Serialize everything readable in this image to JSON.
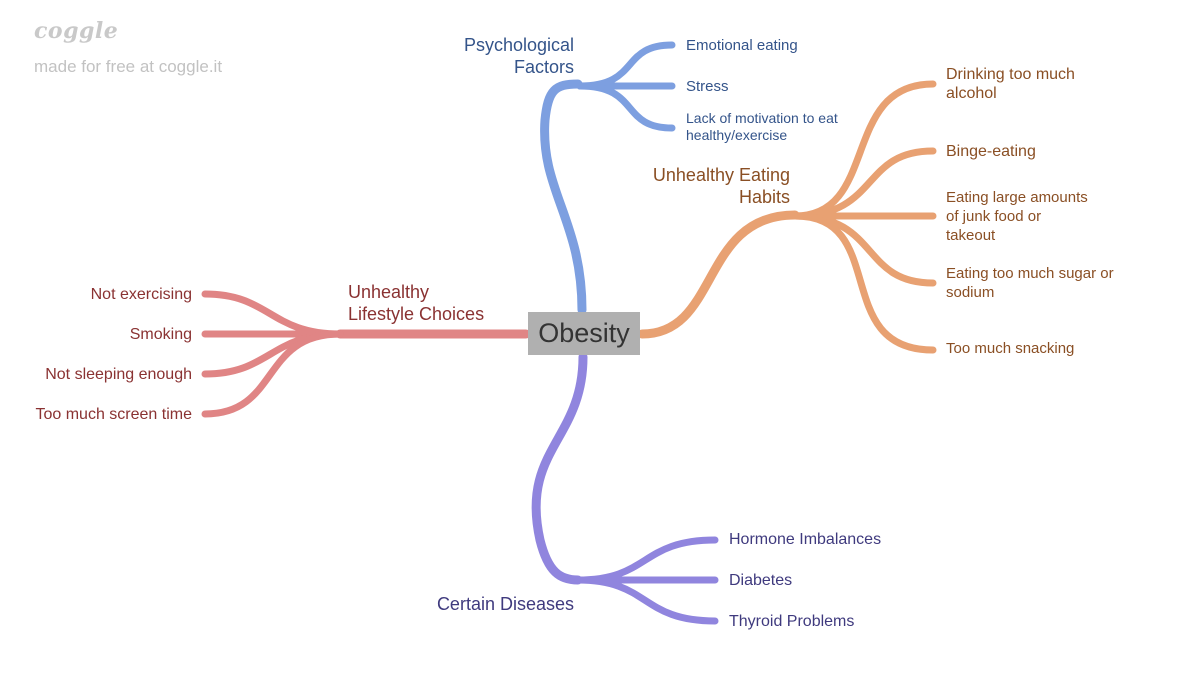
{
  "watermark": {
    "logo": "coggle",
    "tagline": "made for free at coggle.it"
  },
  "center": {
    "label": "Obesity"
  },
  "colors": {
    "psychological": "#7d9fe0",
    "psychological_text": "#34548a",
    "eating": "#e8a172",
    "eating_text": "#8a4f24",
    "lifestyle": "#e08585",
    "lifestyle_text": "#8a3232",
    "diseases": "#9085de",
    "diseases_text": "#3f3a7e",
    "center": "#b0b0b0"
  },
  "branches": {
    "psychological": {
      "title": [
        "Psychological",
        "Factors"
      ],
      "items": [
        [
          "Emotional eating"
        ],
        [
          "Stress"
        ],
        [
          "Lack of motivation to eat",
          "healthy/exercise"
        ]
      ]
    },
    "eating": {
      "title": [
        "Unhealthy Eating",
        "Habits"
      ],
      "items": [
        [
          "Drinking too much",
          "alcohol"
        ],
        [
          "Binge-eating"
        ],
        [
          "Eating large amounts",
          "of junk food or",
          "takeout"
        ],
        [
          "Eating too much sugar or",
          "sodium"
        ],
        [
          "Too much snacking"
        ]
      ]
    },
    "lifestyle": {
      "title": [
        "Unhealthy",
        "Lifestyle Choices"
      ],
      "items": [
        [
          "Not exercising"
        ],
        [
          "Smoking"
        ],
        [
          "Not sleeping enough"
        ],
        [
          "Too much screen time"
        ]
      ]
    },
    "diseases": {
      "title": [
        "Certain Diseases"
      ],
      "items": [
        [
          "Hormone Imbalances"
        ],
        [
          "Diabetes"
        ],
        [
          "Thyroid Problems"
        ]
      ]
    }
  }
}
